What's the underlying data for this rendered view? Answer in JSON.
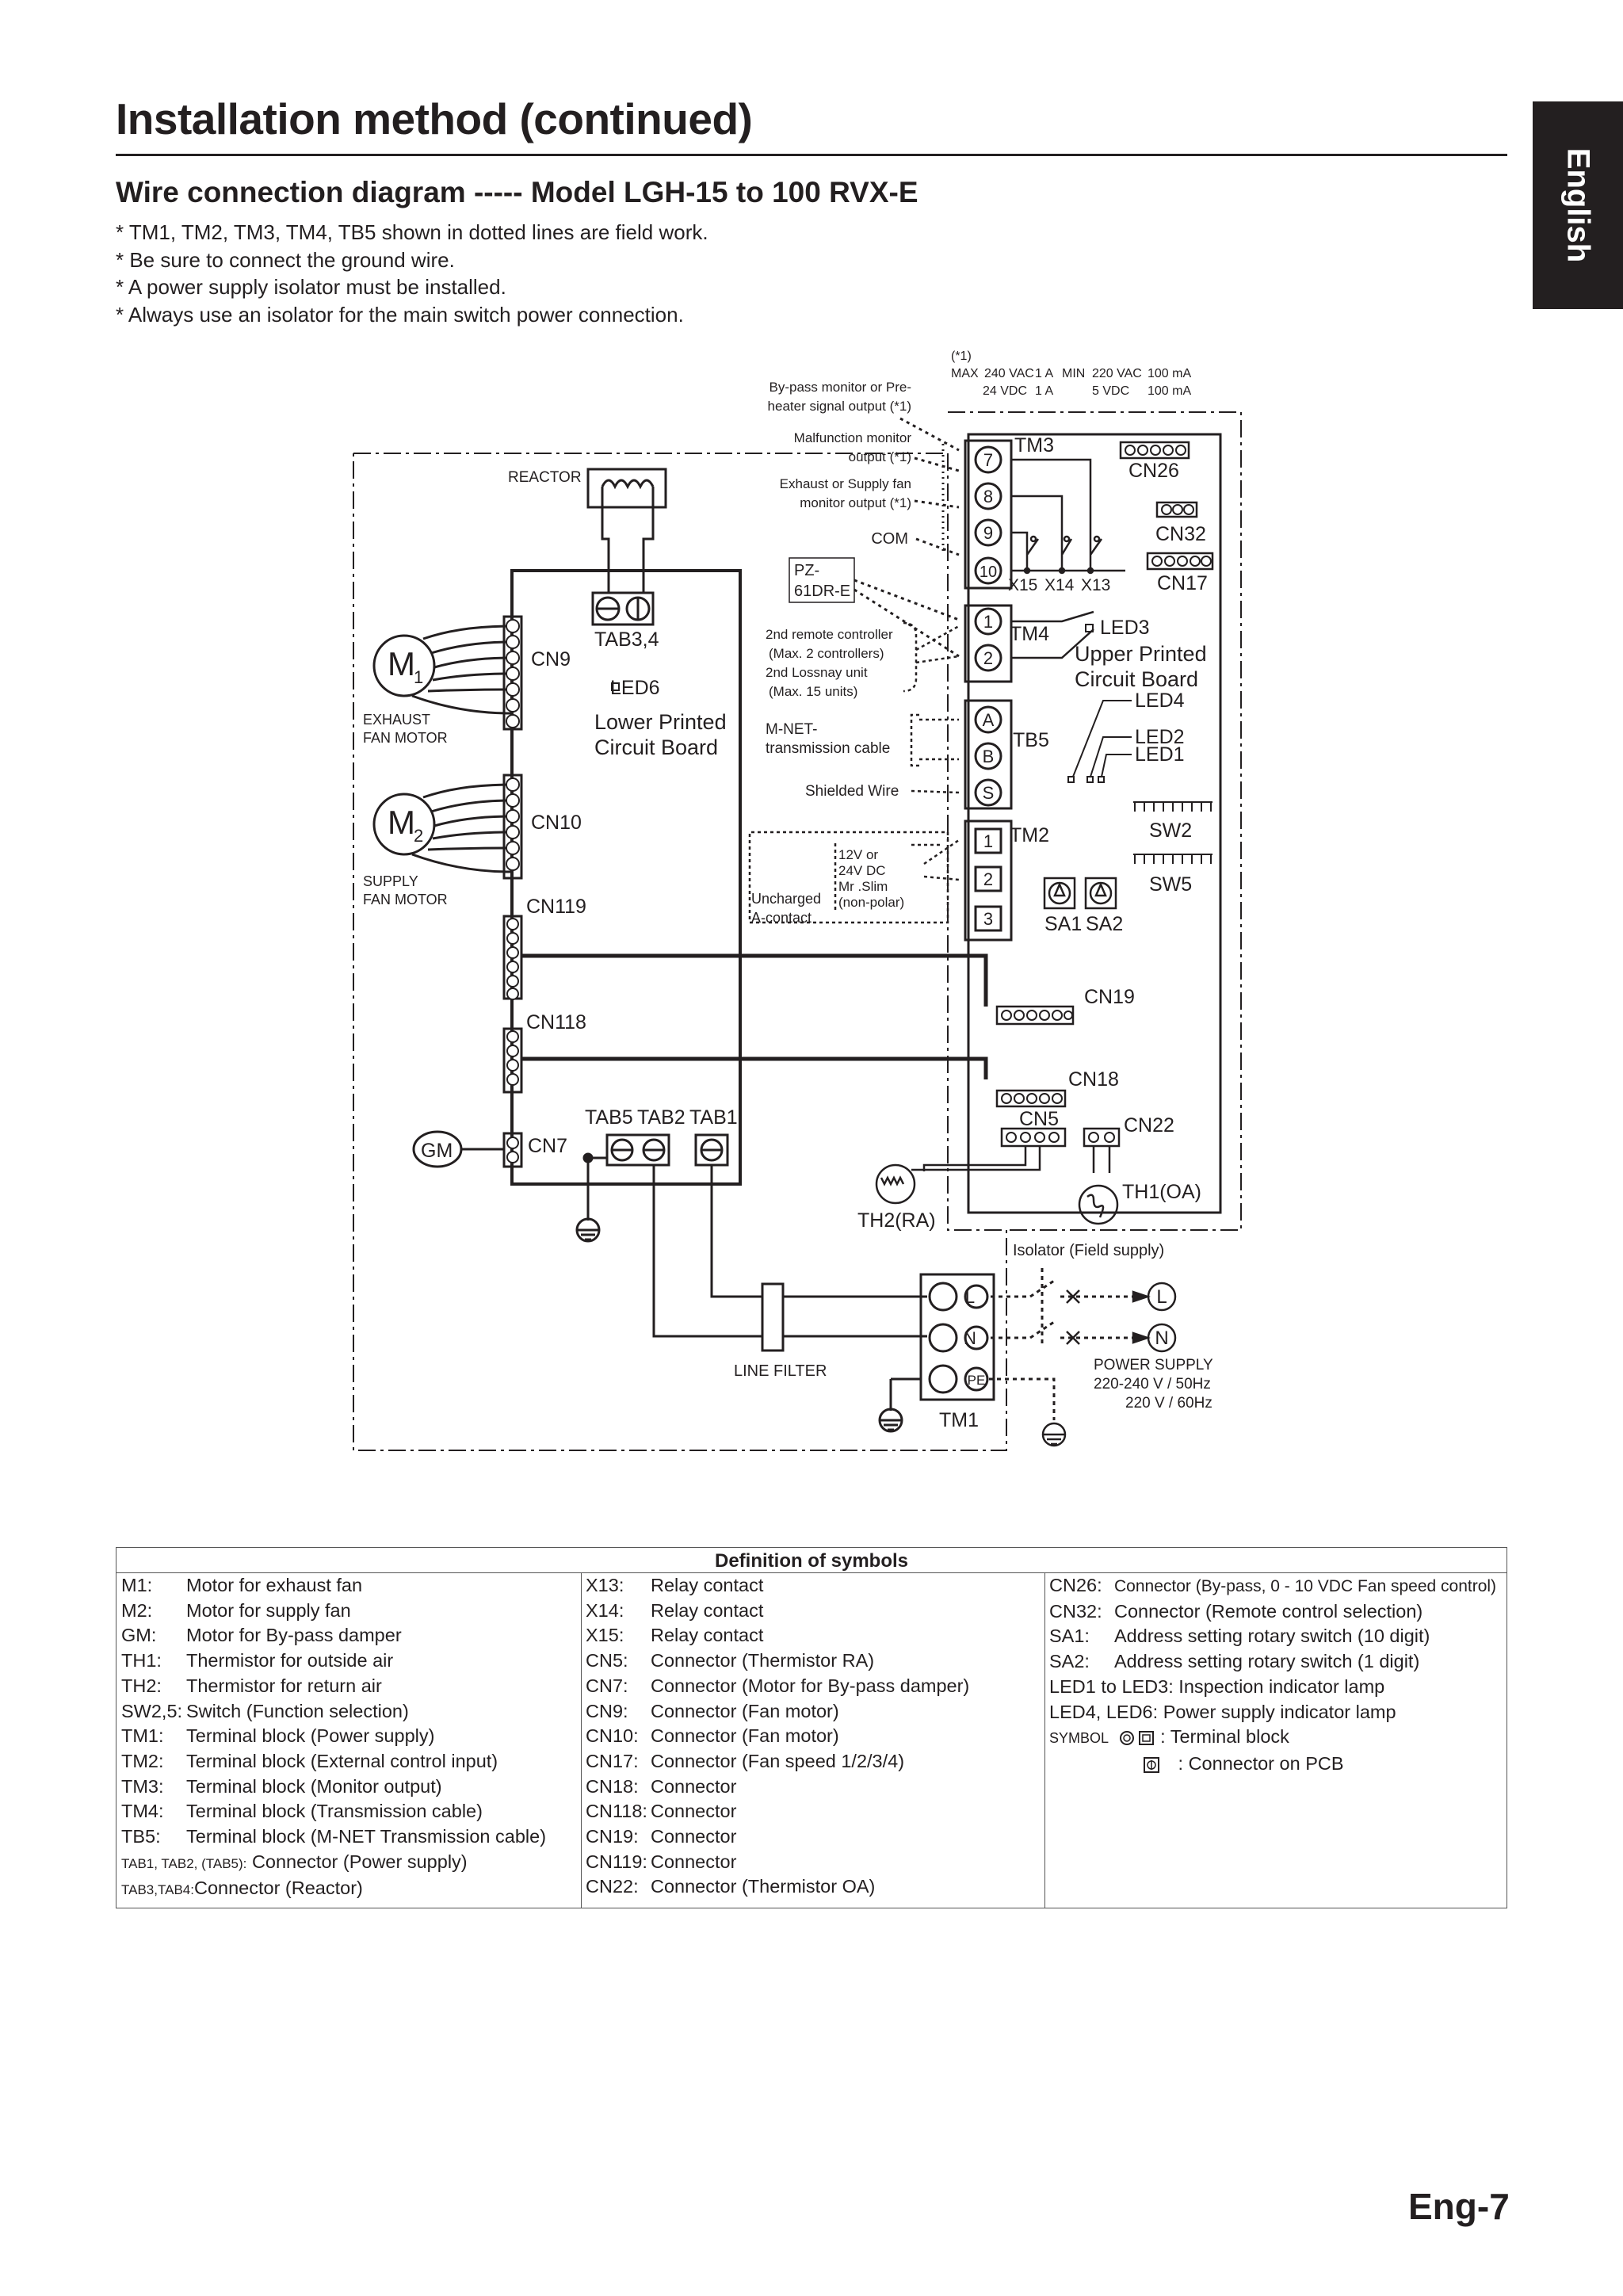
{
  "header": {
    "title": "Installation method (continued)",
    "language_tab": "English"
  },
  "section": {
    "subtitle": "Wire connection diagram ----- Model LGH-15 to 100 RVX-E",
    "notes": [
      "* TM1, TM2, TM3, TM4, TB5 shown in dotted lines are field work.",
      "* Be sure to connect the ground wire.",
      "* A power supply isolator must be installed.",
      "* Always use an isolator for the main switch power connection."
    ]
  },
  "diagram": {
    "ratings": {
      "ref": "(*1)",
      "max": "MAX",
      "v1": "240 VAC",
      "a1": "1 A",
      "v2": "24 VDC",
      "a2": "1 A",
      "min": "MIN",
      "v3": "220 VAC",
      "a3": "100 mA",
      "v4": "5 VDC",
      "a4": "100 mA"
    },
    "labels": {
      "reactor": "REACTOR",
      "m1": "M",
      "m1_sub": "1",
      "m2": "M",
      "m2_sub": "2",
      "gm": "GM",
      "exhaust_fan_motor_1": "EXHAUST",
      "exhaust_fan_motor_2": "FAN MOTOR",
      "supply_fan_motor_1": "SUPPLY",
      "supply_fan_motor_2": "FAN MOTOR",
      "cn9": "CN9",
      "cn10": "CN10",
      "cn119": "CN119",
      "cn118": "CN118",
      "cn7": "CN7",
      "tab34": "TAB3,4",
      "led6": "LED6",
      "lower_pcb_1": "Lower Printed",
      "lower_pcb_2": "Circuit Board",
      "tab5": "TAB5",
      "tab2": "TAB2",
      "tab1": "TAB1",
      "bypass_monitor_1": "By-pass monitor or Pre-",
      "bypass_monitor_2": "heater signal output (*1)",
      "malfunction_1": "Malfunction monitor",
      "malfunction_2": "output (*1)",
      "exhaust_supply_1": "Exhaust or Supply fan",
      "exhaust_supply_2": "monitor output (*1)",
      "com": "COM",
      "pz_1": "PZ-",
      "pz_2": "61DR-E",
      "remote_1": "2nd remote controller",
      "remote_2": "(Max. 2 controllers)",
      "remote_3": "2nd Lossnay unit",
      "remote_4": "(Max. 15 units)",
      "mnet_1": "M-NET-",
      "mnet_2": "transmission cable",
      "shielded": "Shielded Wire",
      "v12_1": "12V or",
      "v12_2": "24V DC",
      "v12_3": "Mr .Slim",
      "v12_4": "(non-polar)",
      "uncharged_1": "Uncharged",
      "uncharged_2": "A-contact",
      "tm3": "TM3",
      "tm4": "TM4",
      "tb5": "TB5",
      "tm2": "TM2",
      "tm1": "TM1",
      "cn26": "CN26",
      "cn32": "CN32",
      "cn17": "CN17",
      "x15": "X15",
      "x14": "X14",
      "x13": "X13",
      "led3": "LED3",
      "upper_pcb_1": "Upper Printed",
      "upper_pcb_2": "Circuit Board",
      "led4": "LED4",
      "led2": "LED2",
      "led1": "LED1",
      "sw2": "SW2",
      "sw5": "SW5",
      "sa1": "SA1",
      "sa2": "SA2",
      "cn19": "CN19",
      "cn18": "CN18",
      "cn5": "CN5",
      "cn22": "CN22",
      "th1": "TH1(OA)",
      "th2": "TH2(RA)",
      "isolator": "Isolator (Field supply)",
      "line_filter": "LINE FILTER",
      "l": "L",
      "n": "N",
      "pe": "PE",
      "power_1": "POWER SUPPLY",
      "power_2": "220-240 V / 50Hz",
      "power_3": "220 V / 60Hz",
      "t7": "7",
      "t8": "8",
      "t9": "9",
      "t10": "10",
      "t1a": "1",
      "t2a": "2",
      "ta": "A",
      "tb": "B",
      "ts": "S",
      "t1b": "1",
      "t2b": "2",
      "t3b": "3"
    }
  },
  "legend": {
    "title": "Definition of symbols",
    "col1": [
      {
        "k": "M1:",
        "v": "Motor for exhaust fan"
      },
      {
        "k": "M2:",
        "v": "Motor for supply fan"
      },
      {
        "k": "GM:",
        "v": "Motor for By-pass damper"
      },
      {
        "k": "TH1:",
        "v": "Thermistor for outside air"
      },
      {
        "k": "TH2:",
        "v": "Thermistor for return air"
      },
      {
        "k": "SW2,5:",
        "v": "Switch (Function selection)"
      },
      {
        "k": "TM1:",
        "v": "Terminal block (Power supply)"
      },
      {
        "k": "TM2:",
        "v": "Terminal block (External control input)"
      },
      {
        "k": "TM3:",
        "v": "Terminal block (Monitor output)"
      },
      {
        "k": "TM4:",
        "v": "Terminal block (Transmission cable)"
      },
      {
        "k": "TB5:",
        "v": "Terminal block (M-NET Transmission cable)"
      },
      {
        "k": "TAB1, TAB2, (TAB5):",
        "v": "Connector (Power supply)"
      },
      {
        "k": "TAB3,TAB4:",
        "v": "Connector (Reactor)"
      }
    ],
    "col2": [
      {
        "k": "X13:",
        "v": "Relay contact"
      },
      {
        "k": "X14:",
        "v": "Relay contact"
      },
      {
        "k": "X15:",
        "v": "Relay contact"
      },
      {
        "k": "CN5:",
        "v": "Connector (Thermistor RA)"
      },
      {
        "k": "CN7:",
        "v": "Connector (Motor for By-pass damper)"
      },
      {
        "k": "CN9:",
        "v": "Connector (Fan motor)"
      },
      {
        "k": "CN10:",
        "v": "Connector (Fan motor)"
      },
      {
        "k": "CN17:",
        "v": "Connector (Fan speed 1/2/3/4)"
      },
      {
        "k": "CN18:",
        "v": "Connector"
      },
      {
        "k": "CN118:",
        "v": "Connector"
      },
      {
        "k": "CN19:",
        "v": "Connector"
      },
      {
        "k": "CN119:",
        "v": "Connector"
      },
      {
        "k": "CN22:",
        "v": "Connector (Thermistor OA)"
      }
    ],
    "col3": [
      {
        "k": "CN26:",
        "v": "Connector (By-pass, 0 - 10 VDC Fan speed control)"
      },
      {
        "k": "CN32:",
        "v": "Connector (Remote control selection)"
      },
      {
        "k": "SA1:",
        "v": "Address setting rotary switch (10 digit)"
      },
      {
        "k": "SA2:",
        "v": "Address setting rotary switch (1 digit)"
      },
      {
        "k": "LED1 to LED3:",
        "v": "Inspection indicator lamp"
      },
      {
        "k": "LED4, LED6:",
        "v": "Power supply indicator lamp"
      },
      {
        "k": "SYMBOL",
        "v": ": Terminal block"
      },
      {
        "k": "",
        "v": ": Connector on PCB"
      }
    ]
  },
  "footer": {
    "page": "Eng-7"
  }
}
